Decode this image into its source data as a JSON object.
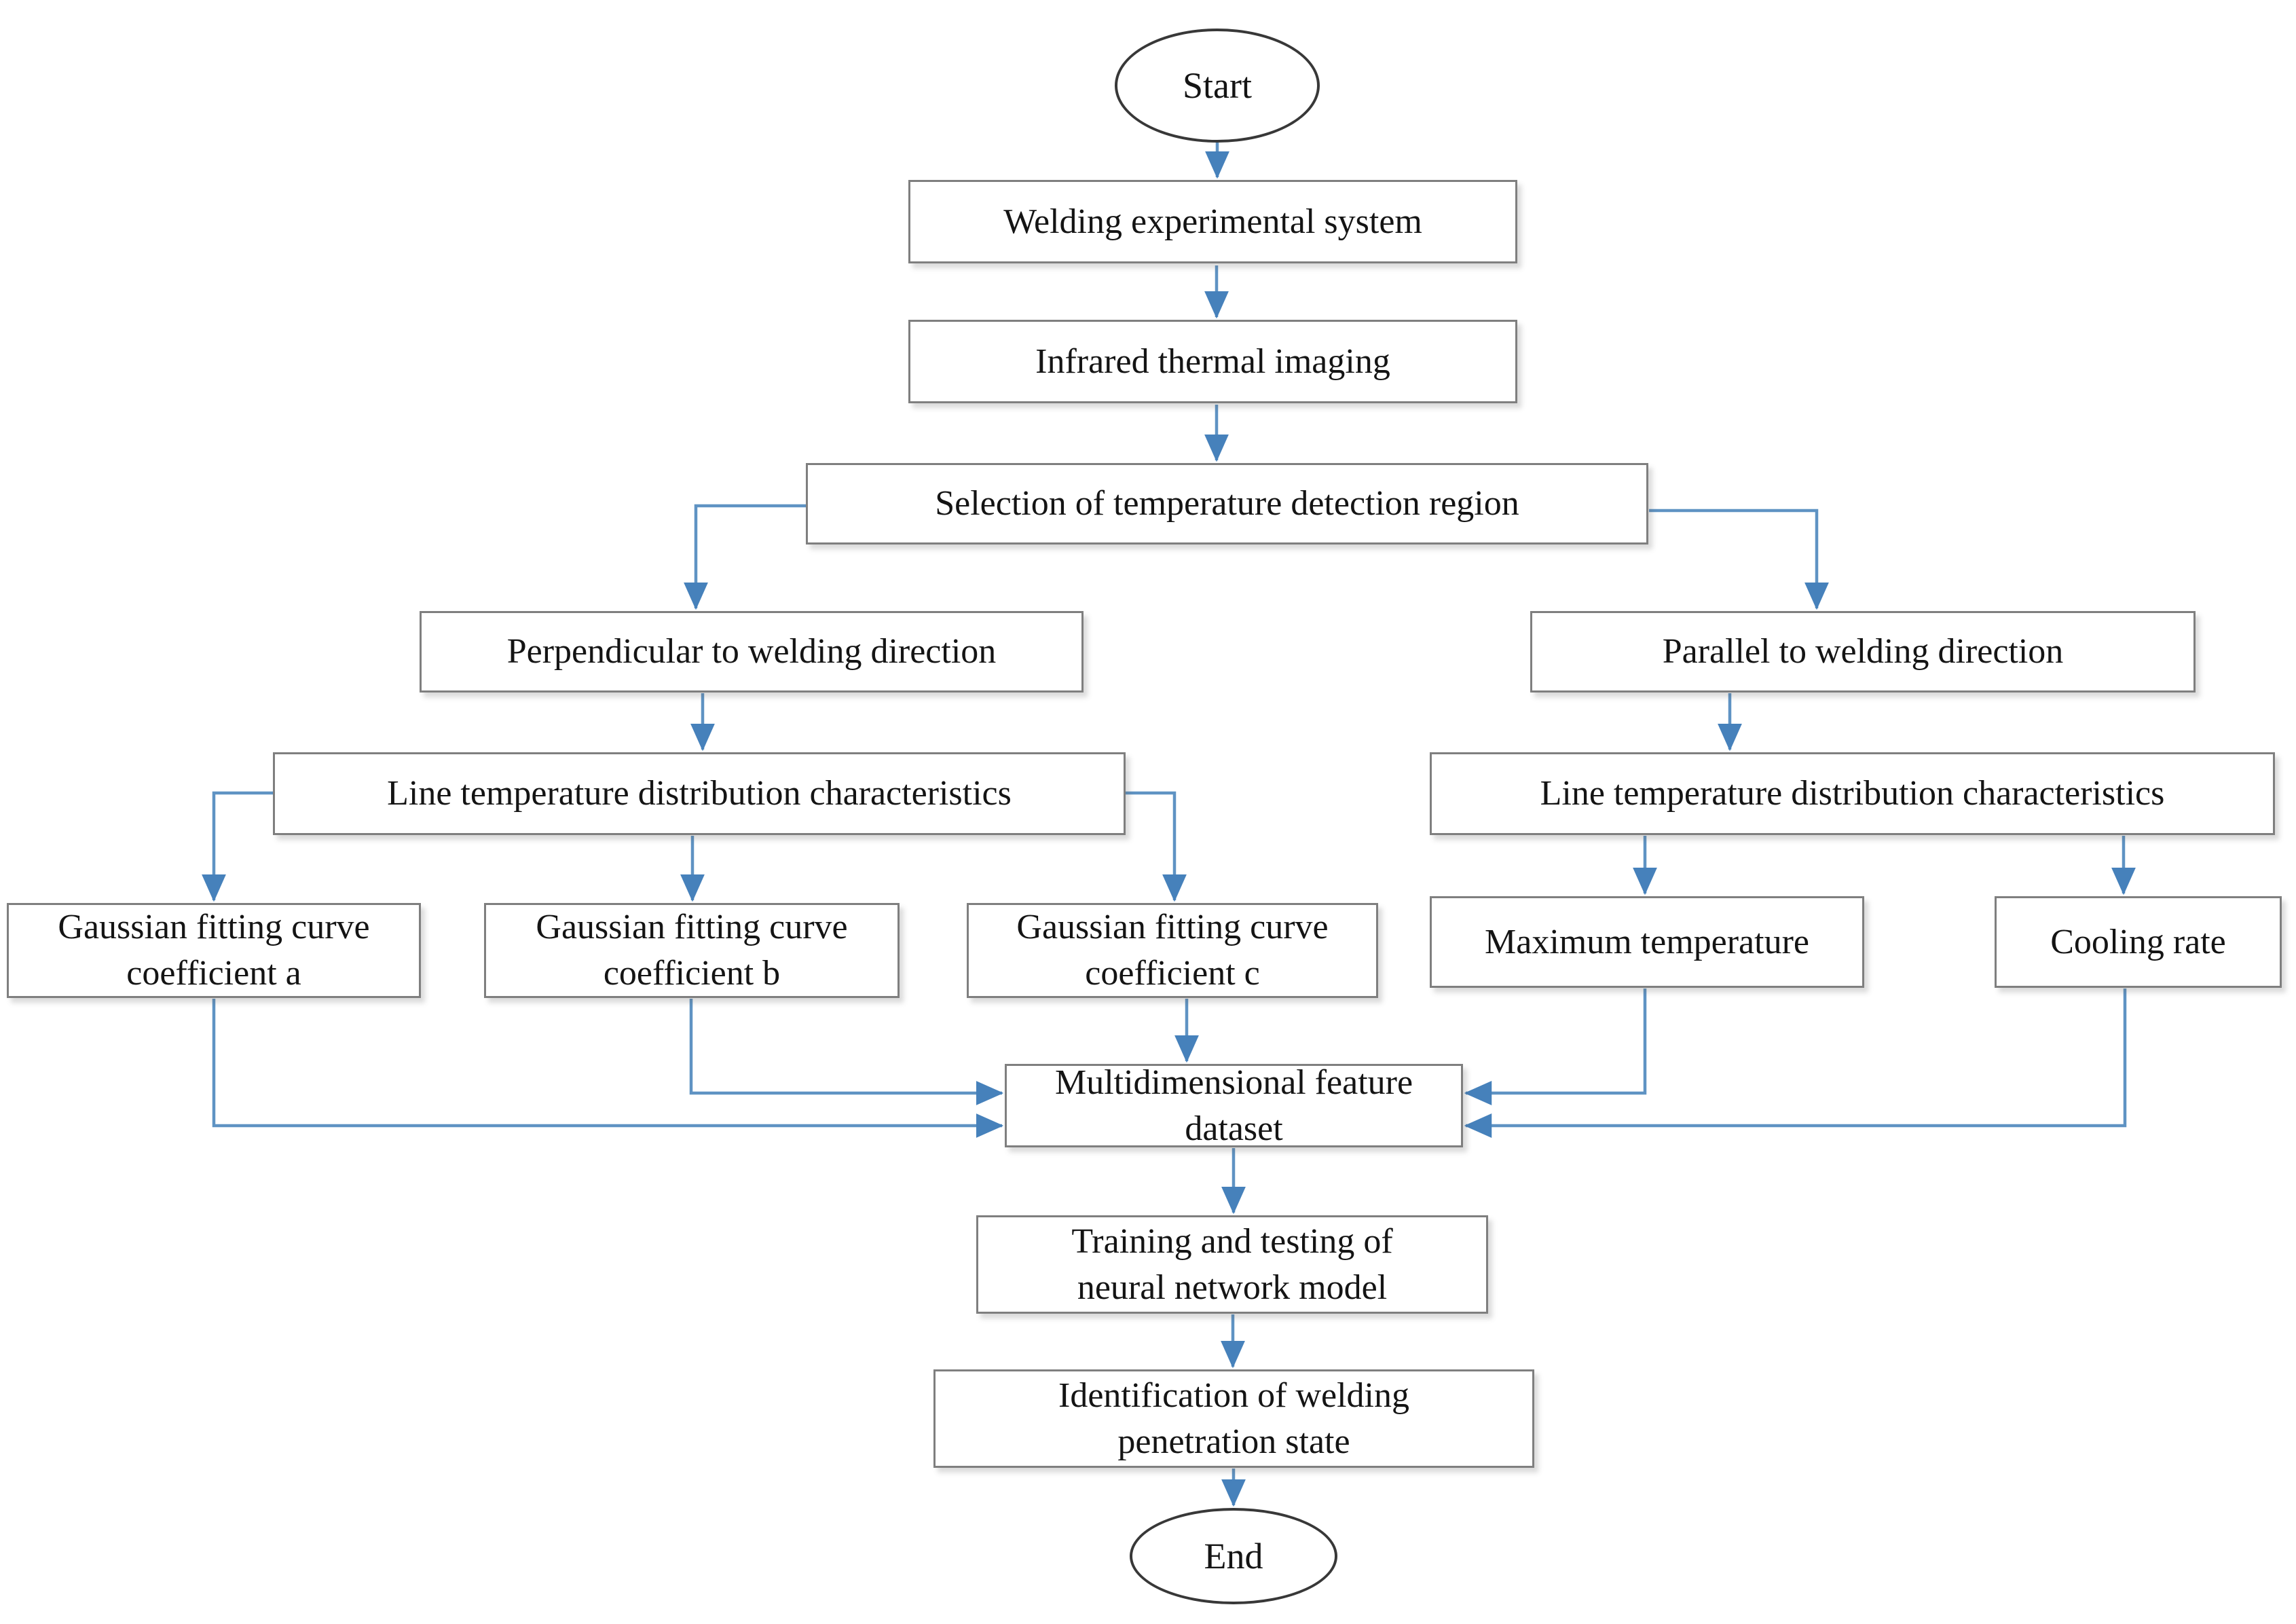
{
  "diagram": {
    "type": "flowchart",
    "colors": {
      "connector": "#5f93c3",
      "arrowhead": "#4681bb",
      "box_border": "#7f7f7f",
      "terminal_border": "#383838",
      "text": "#141414",
      "background": "#ffffff"
    },
    "nodes": {
      "start": {
        "label": "Start",
        "shape": "ellipse"
      },
      "welding": {
        "label": "Welding experimental system",
        "shape": "rect"
      },
      "infrared": {
        "label": "Infrared thermal imaging",
        "shape": "rect"
      },
      "selection": {
        "label": "Selection of temperature detection region",
        "shape": "rect"
      },
      "perpendicular": {
        "label": "Perpendicular to welding direction",
        "shape": "rect"
      },
      "parallel": {
        "label": "Parallel to welding direction",
        "shape": "rect"
      },
      "line_left": {
        "label": "Line temperature distribution characteristics",
        "shape": "rect"
      },
      "line_right": {
        "label": "Line temperature distribution characteristics",
        "shape": "rect"
      },
      "gauss_a": {
        "label": "Gaussian fitting curve\ncoefficient a",
        "shape": "rect"
      },
      "gauss_b": {
        "label": "Gaussian fitting curve\ncoefficient b",
        "shape": "rect"
      },
      "gauss_c": {
        "label": "Gaussian fitting curve\ncoefficient c",
        "shape": "rect"
      },
      "max_temp": {
        "label": "Maximum temperature",
        "shape": "rect"
      },
      "cooling": {
        "label": "Cooling rate",
        "shape": "rect"
      },
      "dataset": {
        "label": "Multidimensional feature\ndataset",
        "shape": "rect"
      },
      "training": {
        "label": "Training and testing of\nneural network model",
        "shape": "rect"
      },
      "identification": {
        "label": "Identification of welding\npenetration state",
        "shape": "rect"
      },
      "end": {
        "label": "End",
        "shape": "ellipse"
      }
    },
    "edges": [
      {
        "from": "start",
        "to": "welding"
      },
      {
        "from": "welding",
        "to": "infrared"
      },
      {
        "from": "infrared",
        "to": "selection"
      },
      {
        "from": "selection",
        "to": "perpendicular"
      },
      {
        "from": "selection",
        "to": "parallel"
      },
      {
        "from": "perpendicular",
        "to": "line_left"
      },
      {
        "from": "parallel",
        "to": "line_right"
      },
      {
        "from": "line_left",
        "to": "gauss_a"
      },
      {
        "from": "line_left",
        "to": "gauss_b"
      },
      {
        "from": "line_left",
        "to": "gauss_c"
      },
      {
        "from": "line_right",
        "to": "max_temp"
      },
      {
        "from": "line_right",
        "to": "cooling"
      },
      {
        "from": "gauss_a",
        "to": "dataset"
      },
      {
        "from": "gauss_b",
        "to": "dataset"
      },
      {
        "from": "gauss_c",
        "to": "dataset"
      },
      {
        "from": "max_temp",
        "to": "dataset"
      },
      {
        "from": "cooling",
        "to": "dataset"
      },
      {
        "from": "dataset",
        "to": "training"
      },
      {
        "from": "training",
        "to": "identification"
      },
      {
        "from": "identification",
        "to": "end"
      }
    ]
  }
}
